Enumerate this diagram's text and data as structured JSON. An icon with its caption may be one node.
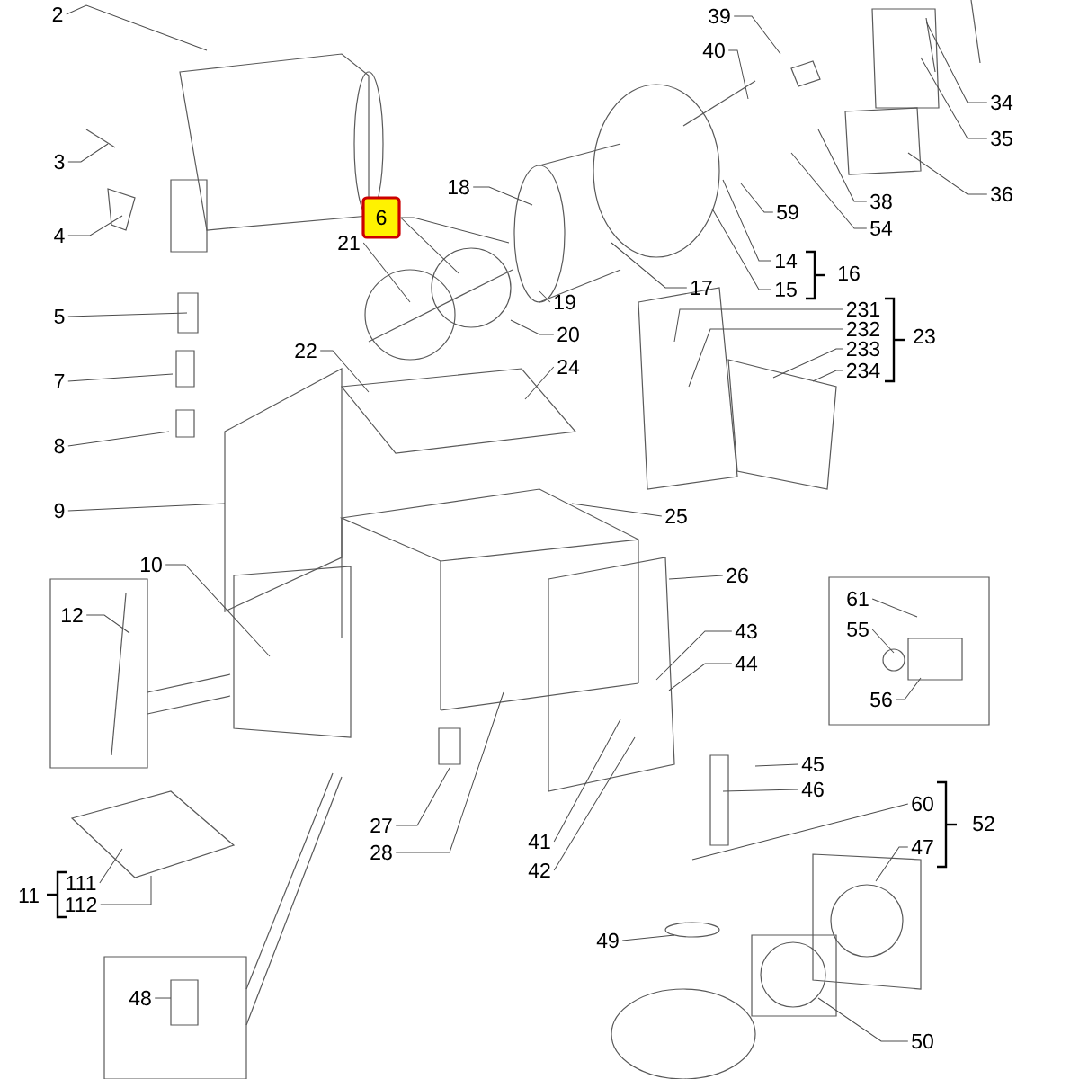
{
  "diagram": {
    "nodes": [
      {
        "text": [
          "2"
        ]
      },
      {
        "text": [
          "39"
        ]
      },
      {
        "text": [
          "40"
        ]
      },
      {
        "text": [
          "34"
        ]
      },
      {
        "text": [
          "35"
        ]
      },
      {
        "text": [
          "3"
        ]
      },
      {
        "text": [
          "18"
        ]
      },
      {
        "text": [
          "36"
        ]
      },
      {
        "text": [
          "38"
        ]
      },
      {
        "text": [
          "59"
        ]
      },
      {
        "text": [
          "6"
        ]
      },
      {
        "text": [
          "54"
        ]
      },
      {
        "text": [
          "4"
        ]
      },
      {
        "text": [
          "21"
        ]
      },
      {
        "text": [
          "14"
        ]
      },
      {
        "text": [
          "15"
        ]
      },
      {
        "text": [
          "17"
        ]
      },
      {
        "text": [
          "19"
        ]
      },
      {
        "text": [
          "231"
        ]
      },
      {
        "text": [
          "5"
        ]
      },
      {
        "text": [
          "232"
        ]
      },
      {
        "text": [
          "20"
        ]
      },
      {
        "text": [
          "22"
        ]
      },
      {
        "text": [
          "233"
        ]
      },
      {
        "text": [
          "24"
        ]
      },
      {
        "text": [
          "234"
        ]
      },
      {
        "text": [
          "7"
        ]
      },
      {
        "text": [
          "8"
        ]
      },
      {
        "text": [
          "9"
        ]
      },
      {
        "text": [
          "25"
        ]
      },
      {
        "text": [
          "10"
        ]
      },
      {
        "text": [
          "26"
        ]
      },
      {
        "text": [
          "61"
        ]
      },
      {
        "text": [
          "12"
        ]
      },
      {
        "text": [
          "55"
        ]
      },
      {
        "text": [
          "43"
        ]
      },
      {
        "text": [
          "44"
        ]
      },
      {
        "text": [
          "56"
        ]
      },
      {
        "text": [
          "45"
        ]
      },
      {
        "text": [
          "46"
        ]
      },
      {
        "text": [
          "60"
        ]
      },
      {
        "text": [
          "27"
        ]
      },
      {
        "text": [
          "41"
        ]
      },
      {
        "text": [
          "47"
        ]
      },
      {
        "text": [
          "28"
        ]
      },
      {
        "text": [
          "42"
        ]
      },
      {
        "text": [
          "111"
        ]
      },
      {
        "text": [
          "112"
        ]
      },
      {
        "text": [
          "49"
        ]
      },
      {
        "text": [
          "48"
        ]
      },
      {
        "text": [
          "50"
        ]
      }
    ],
    "edges": [
      {
        "from": 0,
        "to": null,
        "arrow": "none"
      },
      {
        "from": 1,
        "to": null,
        "arrow": "none"
      },
      {
        "from": 2,
        "to": null,
        "arrow": "none"
      },
      {
        "from": 3,
        "to": null,
        "arrow": "none"
      },
      {
        "from": 4,
        "to": null,
        "arrow": "none"
      },
      {
        "from": 5,
        "to": null,
        "arrow": "none"
      },
      {
        "from": 6,
        "to": null,
        "arrow": "none"
      },
      {
        "from": 7,
        "to": null,
        "arrow": "none"
      },
      {
        "from": 8,
        "to": null,
        "arrow": "none"
      },
      {
        "from": 9,
        "to": null,
        "arrow": "none"
      },
      {
        "from": 10,
        "to": null,
        "arrow": "none"
      },
      {
        "from": 10,
        "to": null,
        "arrow": "none"
      },
      {
        "from": 11,
        "to": null,
        "arrow": "none"
      },
      {
        "from": 12,
        "to": null,
        "arrow": "none"
      },
      {
        "from": 13,
        "to": null,
        "arrow": "none"
      },
      {
        "from": 14,
        "to": null,
        "arrow": "none"
      },
      {
        "from": 15,
        "to": null,
        "arrow": "none"
      },
      {
        "from": 16,
        "to": null,
        "arrow": "none"
      },
      {
        "from": 17,
        "to": null,
        "arrow": "none"
      },
      {
        "from": 18,
        "to": null,
        "arrow": "none"
      },
      {
        "from": 19,
        "to": null,
        "arrow": "none"
      },
      {
        "from": 20,
        "to": null,
        "arrow": "none"
      },
      {
        "from": 21,
        "to": null,
        "arrow": "none"
      },
      {
        "from": 22,
        "to": null,
        "arrow": "none"
      },
      {
        "from": 23,
        "to": null,
        "arrow": "none"
      },
      {
        "from": 24,
        "to": null,
        "arrow": "none"
      },
      {
        "from": 25,
        "to": null,
        "arrow": "none"
      },
      {
        "from": 26,
        "to": null,
        "arrow": "none"
      },
      {
        "from": 27,
        "to": null,
        "arrow": "none"
      },
      {
        "from": 28,
        "to": null,
        "arrow": "none"
      },
      {
        "from": 29,
        "to": null,
        "arrow": "none"
      },
      {
        "from": 30,
        "to": null,
        "arrow": "none"
      },
      {
        "from": 31,
        "to": null,
        "arrow": "none"
      },
      {
        "from": 32,
        "to": null,
        "arrow": "none"
      },
      {
        "from": 33,
        "to": null,
        "arrow": "none"
      },
      {
        "from": 34,
        "to": null,
        "arrow": "none"
      },
      {
        "from": 35,
        "to": null,
        "arrow": "none"
      },
      {
        "from": 36,
        "to": null,
        "arrow": "none"
      },
      {
        "from": 37,
        "to": null,
        "arrow": "none"
      },
      {
        "from": 38,
        "to": null,
        "arrow": "none"
      },
      {
        "from": 39,
        "to": null,
        "arrow": "none"
      },
      {
        "from": 40,
        "to": null,
        "arrow": "none"
      },
      {
        "from": 41,
        "to": null,
        "arrow": "none"
      },
      {
        "from": 42,
        "to": null,
        "arrow": "none"
      },
      {
        "from": 43,
        "to": null,
        "arrow": "none"
      },
      {
        "from": 44,
        "to": null,
        "arrow": "none"
      },
      {
        "from": 45,
        "to": null,
        "arrow": "none"
      },
      {
        "from": 46,
        "to": null,
        "arrow": "none"
      },
      {
        "from": 47,
        "to": null,
        "arrow": "none"
      },
      {
        "from": 48,
        "to": null,
        "arrow": "none"
      },
      {
        "from": 49,
        "to": null,
        "arrow": "none"
      },
      {
        "from": 50,
        "to": null,
        "arrow": "none"
      }
    ],
    "labels": [
      "16",
      "23",
      "52",
      "11"
    ]
  }
}
